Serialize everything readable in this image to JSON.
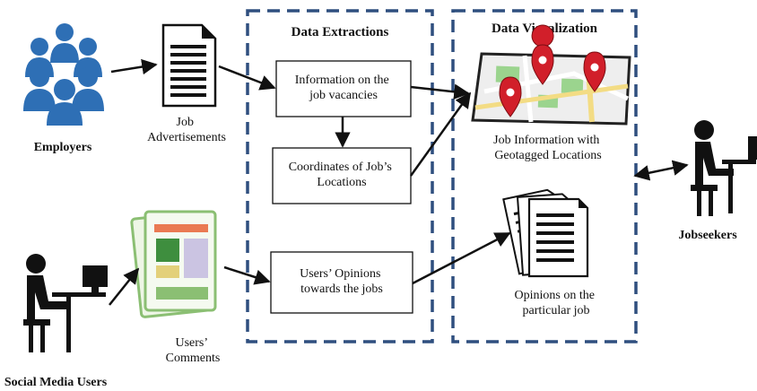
{
  "sections": {
    "extraction_title": "Data Extractions",
    "visualization_title": "Data Visualization"
  },
  "actors": {
    "employers": "Employers",
    "social_media_users": "Social Media Users",
    "jobseekers": "Jobseekers"
  },
  "artifacts": {
    "job_ads": [
      "Job",
      "Advertisements"
    ],
    "users_comments": [
      "Users’",
      "Comments"
    ]
  },
  "process_boxes": {
    "vacancy_info": [
      "Information on the",
      "job vacancies"
    ],
    "coordinates": [
      "Coordinates of Job’s",
      "Locations"
    ],
    "opinions": [
      "Users’ Opinions",
      "towards the jobs"
    ]
  },
  "outputs": {
    "geotagged": [
      "Job Information with",
      "Geotagged Locations"
    ],
    "opinions_on_job": [
      "Opinions on the",
      "particular job"
    ]
  },
  "colors": {
    "dashed_border": "#2f4f7f",
    "people_blue": "#2e6fb5",
    "pin_red": "#d11f2a",
    "map_green": "#9bd48e",
    "map_yellow": "#f3dc84",
    "comment_green": "#8bbf73",
    "comment_orange": "#ea7a53",
    "comment_lavender": "#cbc4e2"
  },
  "icons": [
    "people-group-icon",
    "document-icon",
    "desk-user-icon",
    "comments-card-icon",
    "map-pins-icon",
    "document-stack-icon"
  ]
}
